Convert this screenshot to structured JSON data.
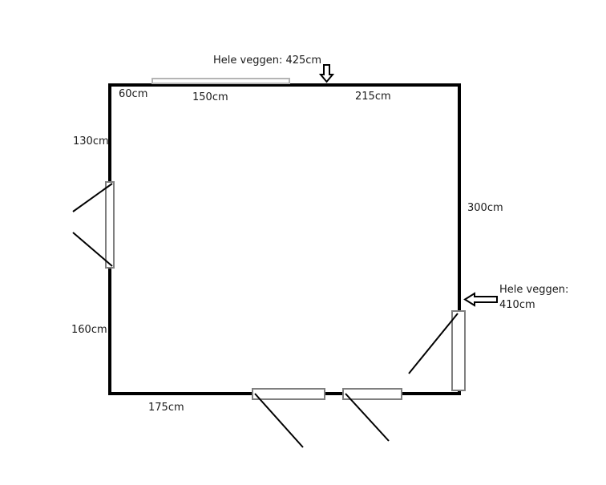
{
  "labels": {
    "top_total": "Hele veggen: 425cm",
    "top_left": "60cm",
    "top_window": "150cm",
    "top_right": "215cm",
    "left_upper": "130cm",
    "left_lower": "160cm",
    "right_wall": "300cm",
    "right_total_line1": "Hele veggen:",
    "right_total_line2": "410cm",
    "bottom_left": "175cm"
  },
  "colors": {
    "wall": "#000000",
    "opening": "#7f7f7f",
    "window": "#b4b4b4"
  }
}
